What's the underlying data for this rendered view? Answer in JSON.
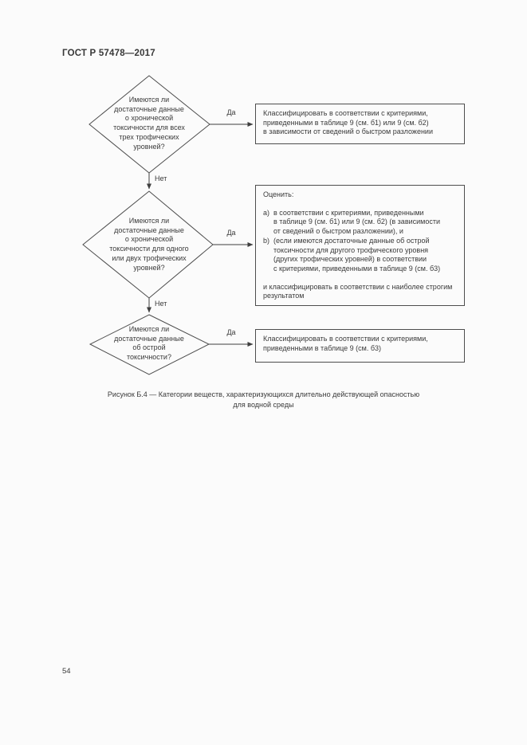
{
  "page": {
    "header": "ГОСТ Р 57478—2017",
    "page_number": "54",
    "caption": "Рисунок Б.4 — Категории веществ, характеризующихся длительно действующей опасностью\nдля водной среды"
  },
  "flowchart": {
    "labels": {
      "yes1": "Да",
      "yes2": "Да",
      "yes3": "Да",
      "no1": "Нет",
      "no2": "Нет"
    },
    "decisions": [
      {
        "text": "Имеются ли\nдостаточные данные\nо хронической\nтоксичности для всех\nтрех трофических\nуровней?"
      },
      {
        "text": "Имеются ли\nдостаточные данные\nо хронической\nтоксичности для одного\nили двух трофических\nуровней?"
      },
      {
        "text": "Имеются ли\nдостаточные данные\nоб острой\nтоксичности?"
      }
    ],
    "boxes": [
      {
        "text": "Классифицировать в соответствии с критериями,\nприведенными в таблице 9 (см. б1) или 9 (см. б2)\nв зависимости от сведений о быстром разложении"
      },
      {
        "title": "Оценить:",
        "item_a": "а)  в соответствии с критериями, приведенными\nв таблице 9 (см. б1) или 9 (см. б2) (в зависимости\nот сведений о быстром разложении), и",
        "item_b": "b)  (если имеются достаточные данные об острой\nтоксичности для другого трофического уровня\n(других трофических уровней) в соответствии\nс критериями, приведенными в таблице 9 (см. б3)",
        "footer": "и классифицировать в соответствии с наиболее строгим\nрезультатом"
      },
      {
        "text": "Классифицировать в соответствии с критериями,\nприведенными в таблице 9 (см. б3)"
      }
    ]
  }
}
